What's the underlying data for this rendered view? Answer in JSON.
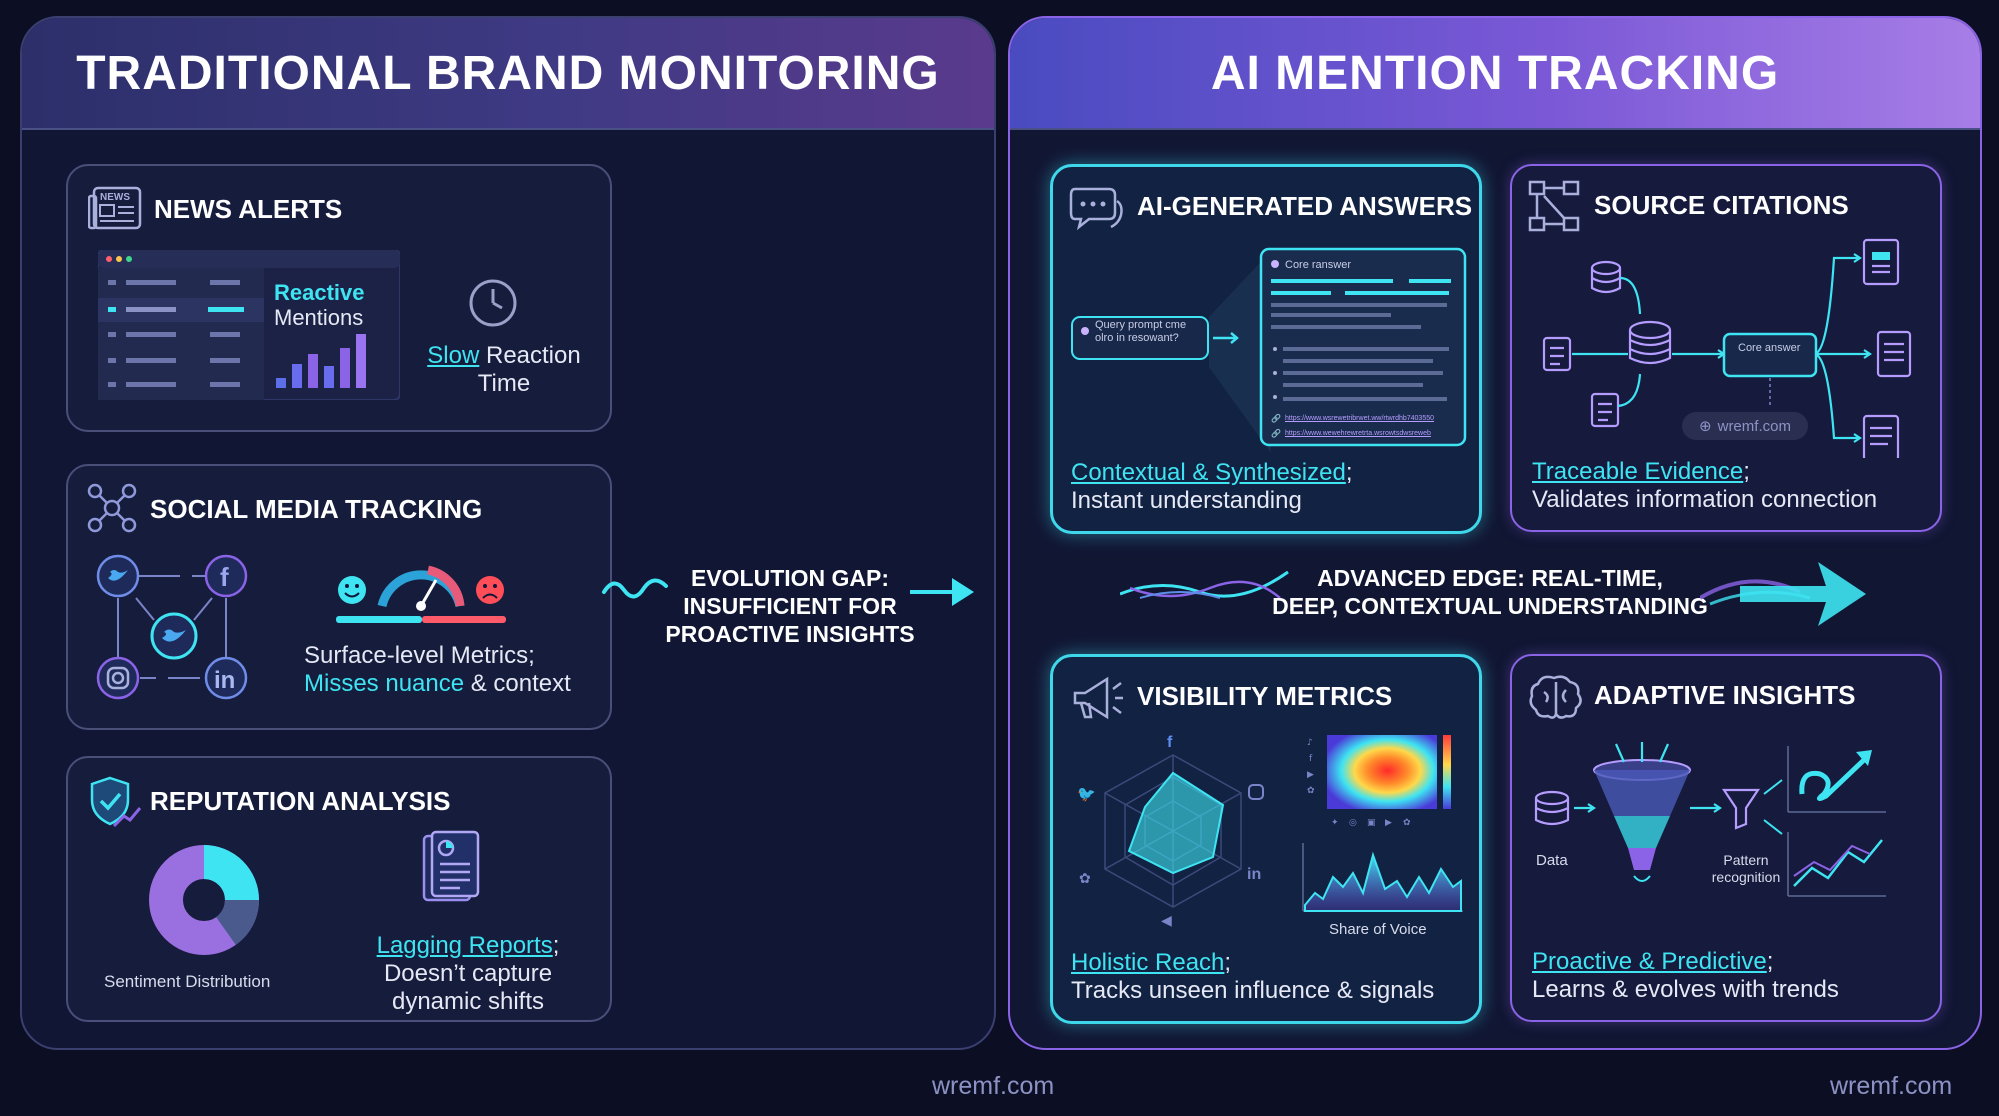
{
  "left": {
    "title": "TRADITIONAL BRAND MONITORING",
    "news": {
      "title": "NEWS ALERTS",
      "icon_text": "NEWS",
      "reactive_1": "Reactive",
      "reactive_2": "Mentions",
      "slow_1": "Slow",
      "slow_2": " Reaction",
      "slow_3": "Time"
    },
    "social": {
      "title": "SOCIAL MEDIA TRACKING",
      "desc_1": "Surface-level Metrics;",
      "desc_2a": "Misses nuance",
      "desc_2b": " & context"
    },
    "reputation": {
      "title": "REPUTATION ANALYSIS",
      "chart_label": "Sentiment Distribution",
      "desc_1a": "Lagging Reports",
      "desc_1b": ";",
      "desc_2": "Doesn’t capture",
      "desc_3": "dynamic shifts"
    }
  },
  "gap": {
    "line_1": "EVOLUTION GAP:",
    "line_2": "INSUFFICIENT FOR",
    "line_3": "PROACTIVE INSIGHTS"
  },
  "right": {
    "title": "AI MENTION TRACKING",
    "answers": {
      "title": "AI-GENERATED ANSWERS",
      "prompt_1": "Query prompt cme",
      "prompt_2": "olro in resowant?",
      "core": "Core ranswer",
      "link_1": "https://www.wsrewetribrwet.ww/rtwrdhb7403550",
      "link_2": "https://www.wewehrewretrta.wsrowtsdwsreweb",
      "hl": "Contextual & Synthesized",
      "hl_suffix": ";",
      "desc": "Instant understanding"
    },
    "citations": {
      "title": "SOURCE CITATIONS",
      "core": "Core answer",
      "site": "wremf.com",
      "hl": "Traceable Evidence",
      "hl_suffix": ";",
      "desc": "Validates information connection"
    },
    "edge": {
      "line_1": "ADVANCED EDGE: REAL-TIME,",
      "line_2": "DEEP, CONTEXTUAL UNDERSTANDING"
    },
    "visibility": {
      "title": "VISIBILITY METRICS",
      "chart_label": "Share of Voice",
      "hl": "Holistic Reach",
      "hl_suffix": ";",
      "desc": "Tracks unseen influence & signals"
    },
    "adaptive": {
      "title": "ADAPTIVE INSIGHTS",
      "data_label": "Data",
      "pattern_1": "Pattern",
      "pattern_2": "recognition",
      "hl": "Proactive & Predictive",
      "hl_suffix": ";",
      "desc": "Learns & evolves with trends"
    }
  },
  "watermarks": {
    "center": "wremf.com",
    "right": "wremf.com"
  }
}
